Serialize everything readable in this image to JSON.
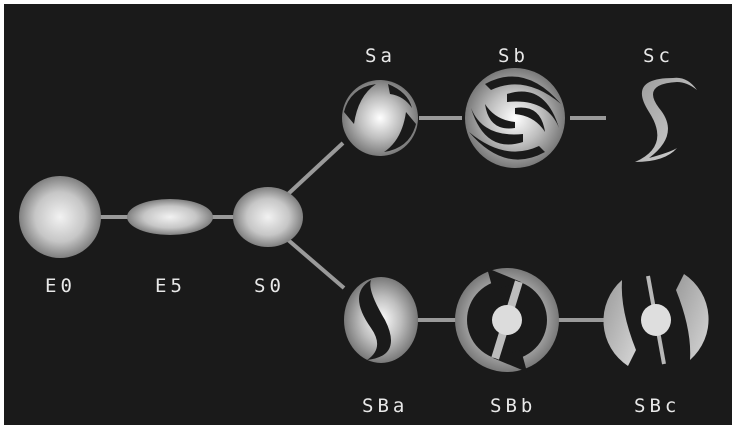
{
  "diagram": {
    "background_color": "#1a1a1a",
    "galaxy_color": "#d9d9d9",
    "connector_color": "#9a9a9a",
    "labels": {
      "e0": "E0",
      "e5": "E5",
      "s0": "S0",
      "sa": "Sa",
      "sb": "Sb",
      "sc": "Sc",
      "sba": "SBa",
      "sbb": "SBb",
      "sbc": "SBc"
    }
  }
}
